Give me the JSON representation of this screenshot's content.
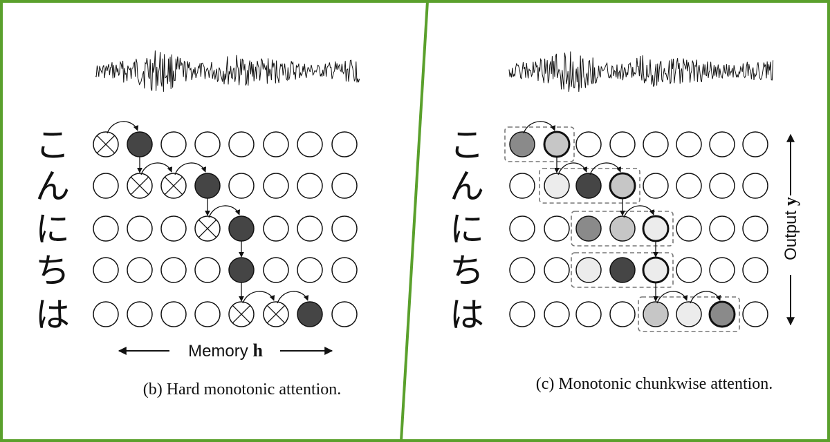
{
  "colors": {
    "border": "#5aa02c",
    "dark": "#454545",
    "mid": "#8a8a8a",
    "light": "#c6c6c6",
    "pale": "#ececec",
    "open": "#ffffff"
  },
  "left_panel": {
    "characters": [
      "こ",
      "ん",
      "に",
      "ち",
      "は"
    ],
    "axis_prefix": "Memory ",
    "axis_bold": "h",
    "caption": "(b) Hard monotonic attention.",
    "grid": [
      [
        "x",
        "dark",
        "open",
        "open",
        "open",
        "open",
        "open",
        "open"
      ],
      [
        "open",
        "x",
        "x",
        "dark",
        "open",
        "open",
        "open",
        "open"
      ],
      [
        "open",
        "open",
        "open",
        "x",
        "dark",
        "open",
        "open",
        "open"
      ],
      [
        "open",
        "open",
        "open",
        "open",
        "dark",
        "open",
        "open",
        "open"
      ],
      [
        "open",
        "open",
        "open",
        "open",
        "x",
        "x",
        "dark",
        "open"
      ]
    ]
  },
  "right_panel": {
    "characters": [
      "こ",
      "ん",
      "に",
      "ち",
      "は"
    ],
    "axis_prefix": "Output ",
    "axis_bold": "y",
    "caption": "(c) Monotonic chunkwise attention.",
    "grid": [
      [
        "mid",
        "light*",
        "open",
        "open",
        "open",
        "open",
        "open",
        "open"
      ],
      [
        "open",
        "pale",
        "dark",
        "light*",
        "open",
        "open",
        "open",
        "open"
      ],
      [
        "open",
        "open",
        "mid",
        "light",
        "pale*",
        "open",
        "open",
        "open"
      ],
      [
        "open",
        "open",
        "pale",
        "dark",
        "pale*",
        "open",
        "open",
        "open"
      ],
      [
        "open",
        "open",
        "open",
        "open",
        "light",
        "pale",
        "mid*",
        "open"
      ]
    ],
    "chunks": [
      [
        0,
        0,
        1
      ],
      [
        1,
        1,
        3
      ],
      [
        2,
        2,
        4
      ],
      [
        3,
        2,
        4
      ],
      [
        4,
        4,
        6
      ]
    ]
  }
}
